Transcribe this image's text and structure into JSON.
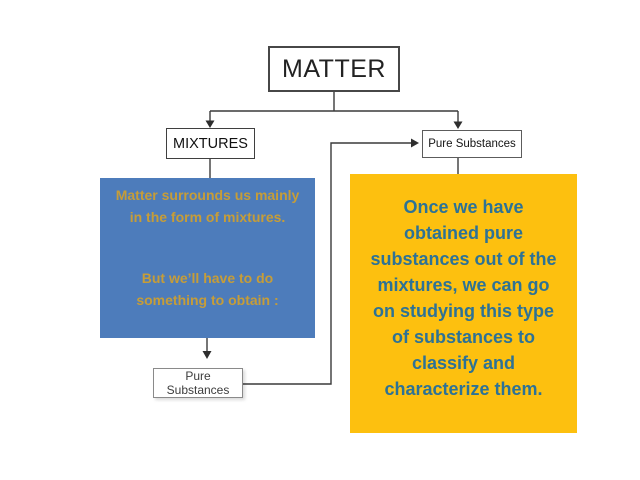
{
  "slide": {
    "background": "#ffffff"
  },
  "colors": {
    "blue_note_bg": "#4D7CBB",
    "blue_note_text": "#C69D38",
    "orange_note_bg": "#FDC00F",
    "orange_note_text": "#2D7296",
    "connector": "#3a3a3a",
    "node_border": "#474747"
  },
  "nodes": {
    "matter": {
      "label": "MATTER"
    },
    "mixtures": {
      "label": "MIXTURES"
    },
    "pure_substances_top": {
      "label": "Pure Substances"
    },
    "pure_substances_bottom": {
      "label": "Pure Substances"
    }
  },
  "blue_note": {
    "paragraph1_lines": [
      "Matter surrounds us mainly",
      "in the form of mixtures."
    ],
    "paragraph2_lines": [
      "But we’ll have to do",
      "something to obtain :"
    ]
  },
  "orange_note": {
    "lines": [
      "Once we have",
      "obtained pure",
      "substances out of the",
      "mixtures, we can go",
      "on studying this type",
      "of substances to",
      "classify and",
      "characterize them."
    ]
  }
}
